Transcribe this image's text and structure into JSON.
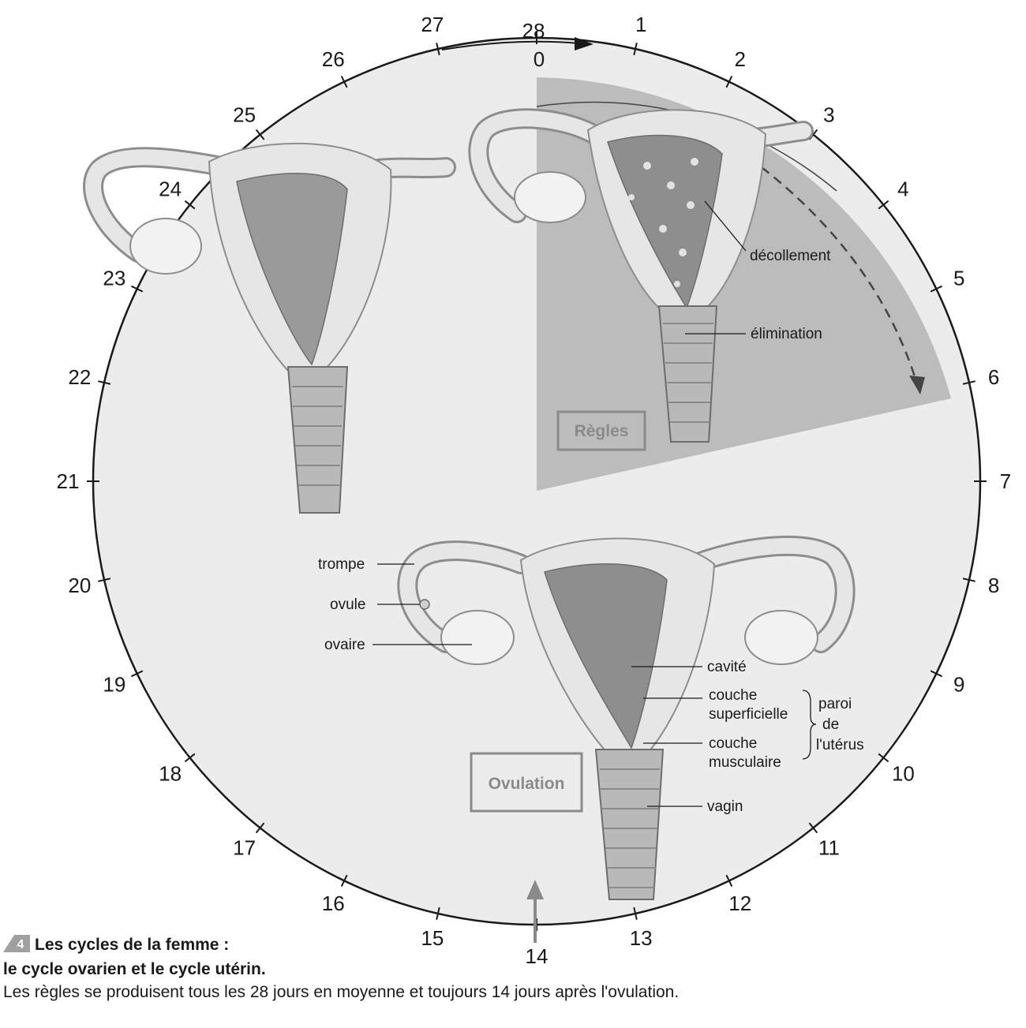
{
  "days": [
    {
      "n": "0"
    },
    {
      "n": "1"
    },
    {
      "n": "2"
    },
    {
      "n": "3"
    },
    {
      "n": "4"
    },
    {
      "n": "5"
    },
    {
      "n": "6"
    },
    {
      "n": "7"
    },
    {
      "n": "8"
    },
    {
      "n": "9"
    },
    {
      "n": "10"
    },
    {
      "n": "11"
    },
    {
      "n": "12"
    },
    {
      "n": "13"
    },
    {
      "n": "14"
    },
    {
      "n": "15"
    },
    {
      "n": "16"
    },
    {
      "n": "17"
    },
    {
      "n": "18"
    },
    {
      "n": "19"
    },
    {
      "n": "20"
    },
    {
      "n": "21"
    },
    {
      "n": "22"
    },
    {
      "n": "23"
    },
    {
      "n": "24"
    },
    {
      "n": "25"
    },
    {
      "n": "26"
    },
    {
      "n": "27"
    },
    {
      "n": "28"
    }
  ],
  "phases": {
    "regles": "Règles",
    "ovulation": "Ovulation"
  },
  "labels": {
    "decollement": "décollement",
    "elimination": "élimination",
    "trompe": "trompe",
    "ovule": "ovule",
    "ovaire": "ovaire",
    "cavite": "cavité",
    "couche_sup_1": "couche",
    "couche_sup_2": "superficielle",
    "couche_mus_1": "couche",
    "couche_mus_2": "musculaire",
    "paroi_1": "paroi",
    "paroi_2": "de",
    "paroi_3": "l'utérus",
    "vagin": "vagin"
  },
  "caption": {
    "number": "4",
    "title_line1": "Les cycles de la femme :",
    "title_line2": "le cycle ovarien et le cycle utérin.",
    "text": "Les règles se produisent tous les 28 jours en moyenne et toujours 14 jours après l'ovulation."
  },
  "colors": {
    "disc": "#ececec",
    "regles_sector": "#b4b4b4",
    "organ": "#e6e6e6",
    "organ_dark": "#9a9a9a",
    "accent_gray": "#8a8a8a"
  }
}
